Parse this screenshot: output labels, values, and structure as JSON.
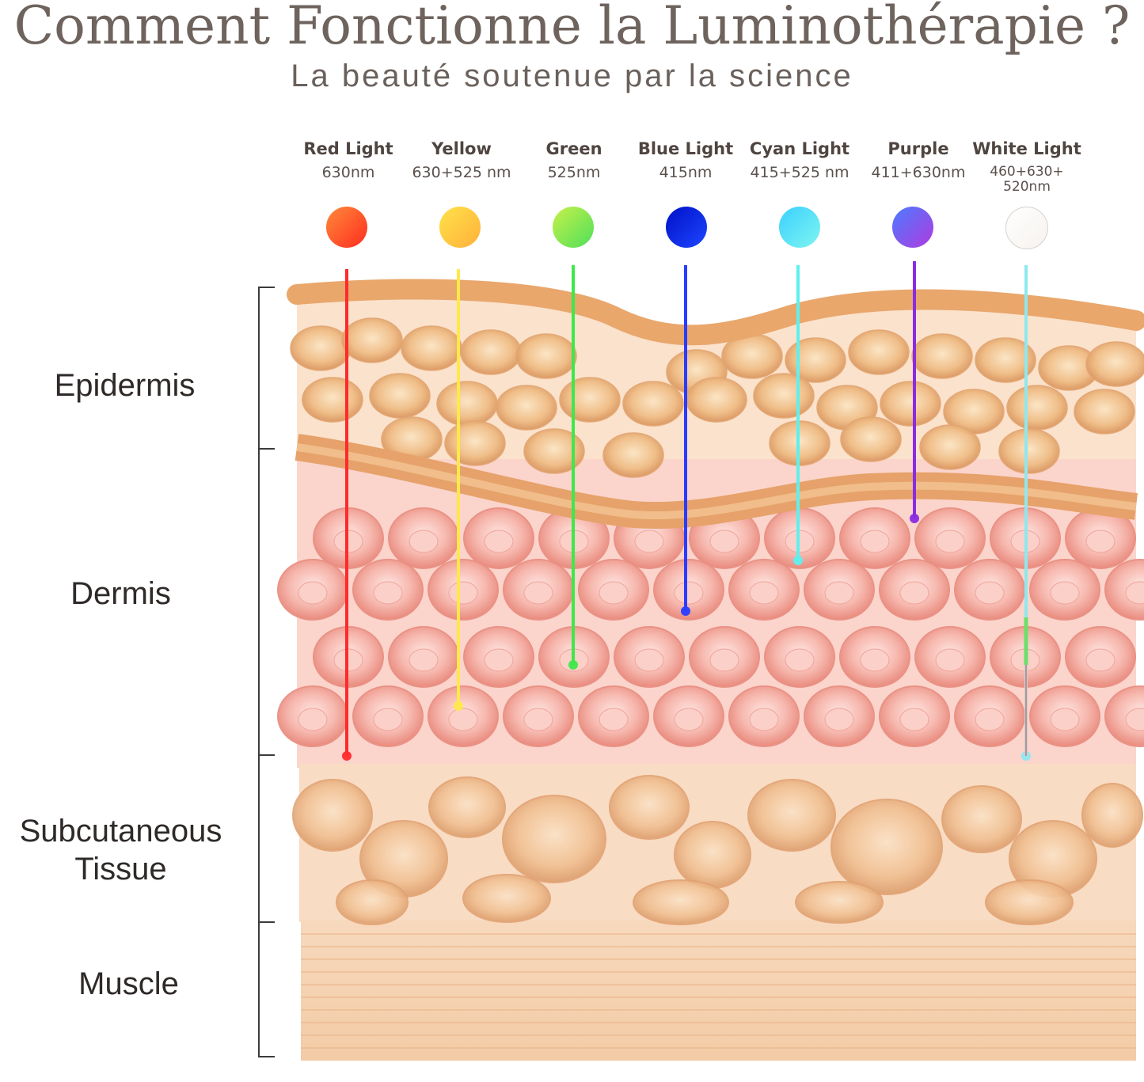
{
  "header": {
    "title": "Comment Fonctionne la Luminothérapie ?",
    "subtitle": "La beauté soutenue par la science"
  },
  "lights": [
    {
      "name": "Red Light",
      "wavelength": "630nm",
      "color": "#ff2a2a",
      "dot_from": "#ff8a3a",
      "dot_to": "#ff2d1f"
    },
    {
      "name": "Yellow",
      "wavelength": "630+525 nm",
      "color": "#ffe84a",
      "dot_from": "#ffe24a",
      "dot_to": "#ffb03a"
    },
    {
      "name": "Green",
      "wavelength": "525nm",
      "color": "#3ee84a",
      "dot_from": "#c8f04a",
      "dot_to": "#4ee05a"
    },
    {
      "name": "Blue Light",
      "wavelength": "415nm",
      "color": "#2a3cff",
      "dot_from": "#0010c8",
      "dot_to": "#1e46ff"
    },
    {
      "name": "Cyan Light",
      "wavelength": "415+525 nm",
      "color": "#5ff0ee",
      "dot_from": "#3ad0ff",
      "dot_to": "#7ff5f0"
    },
    {
      "name": "Purple",
      "wavelength": "411+630nm",
      "color": "#8a2be2",
      "dot_from": "#4a7cff",
      "dot_to": "#b03ae0"
    },
    {
      "name": "White Light",
      "wavelength": "460+630+\n520nm",
      "color": "#8ee8ee",
      "dot_from": "#ffffff",
      "dot_to": "#f6f2ee"
    }
  ],
  "layers": [
    {
      "name": "Epidermis"
    },
    {
      "name": "Dermis"
    },
    {
      "name": "Subcutaneous\nTissue"
    },
    {
      "name": "Muscle"
    }
  ],
  "colors": {
    "membrane": "#e8a36c",
    "epidermis_cell": "#eec08e",
    "dermis_cell": "#f2aaa0",
    "subcutaneous_cell": "#f0c49a",
    "muscle": "#f6d4b4"
  }
}
